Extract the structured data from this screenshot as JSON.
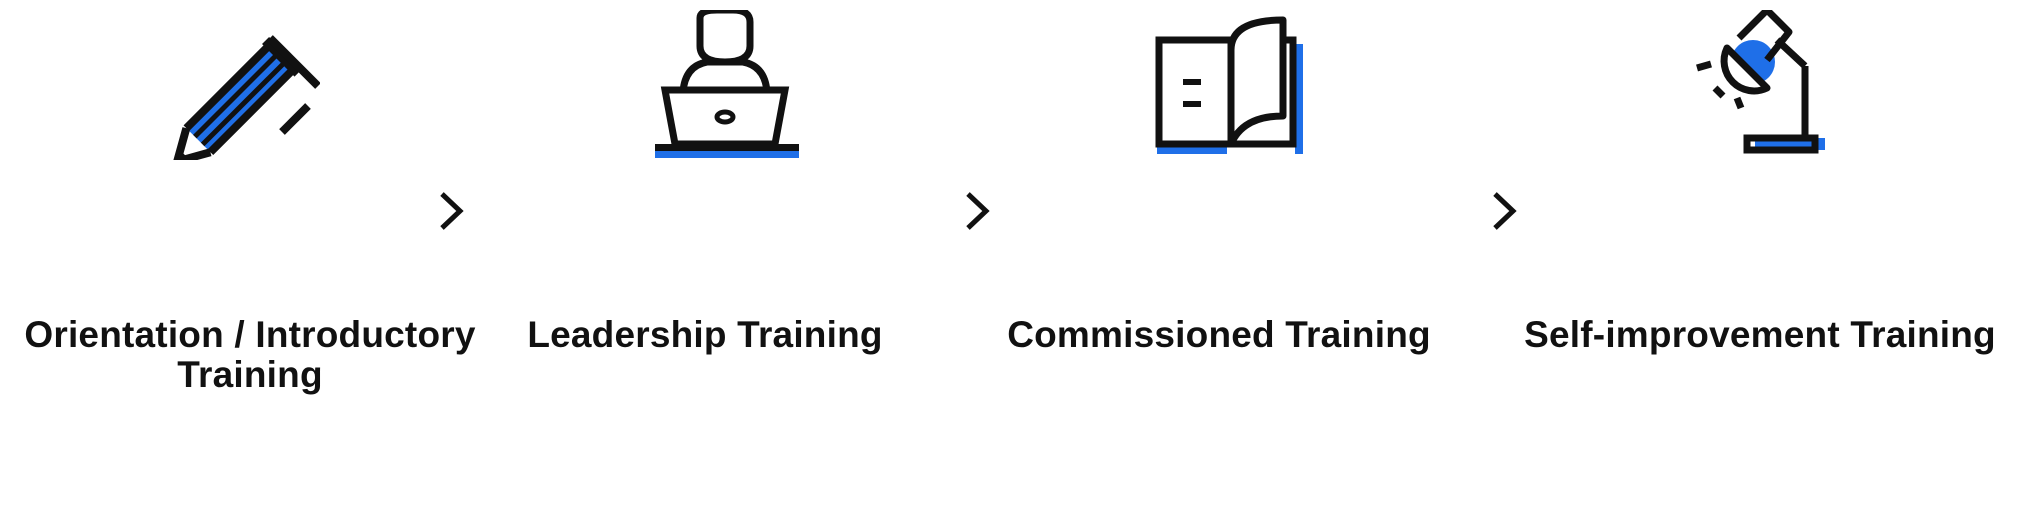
{
  "accent_color": "#1f6fe8",
  "stroke_color": "#111111",
  "steps": [
    {
      "icon": "pencil-icon",
      "title_line1": "Orientation / Introductory",
      "title_line2": "Training"
    },
    {
      "icon": "laptop-user-icon",
      "title_line1": "Leadership Training",
      "title_line2": ""
    },
    {
      "icon": "open-book-icon",
      "title_line1": "Commissioned Training",
      "title_line2": ""
    },
    {
      "icon": "desk-lamp-icon",
      "title_line1": "Self-improvement Training",
      "title_line2": ""
    }
  ],
  "separator_icon": "chevron-right-icon"
}
